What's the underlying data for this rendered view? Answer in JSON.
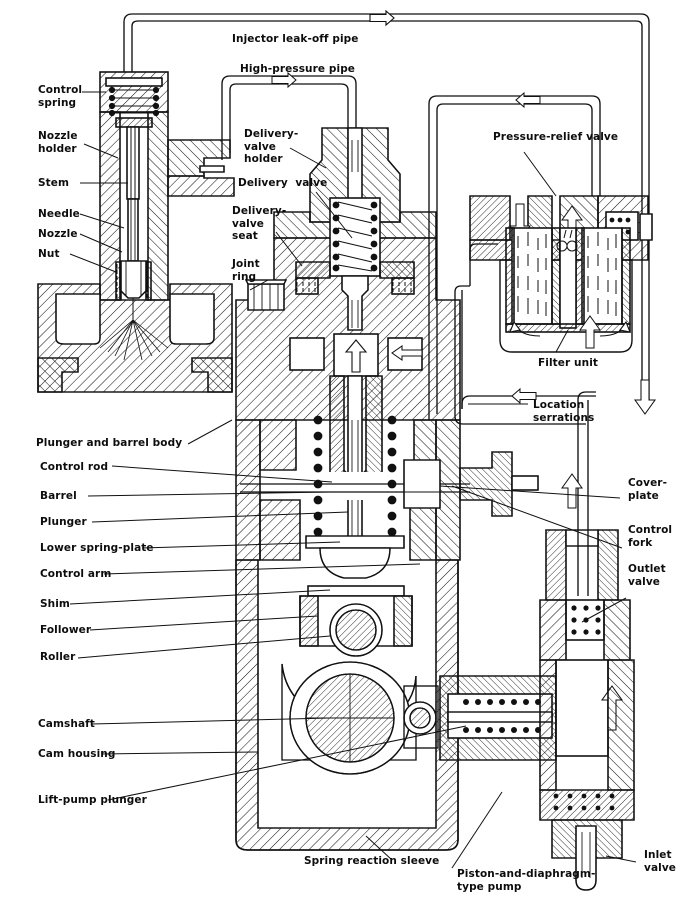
{
  "figure": {
    "title": "Diesel fuel-injection pump and injector cross-section",
    "style": "monochrome engineering line drawing with section hatching",
    "ink_color": "#111111",
    "paper_color": "#ffffff"
  },
  "labels": {
    "injector_leak_off_pipe": "Injector leak-off pipe",
    "high_pressure_pipe": "High-pressure pipe",
    "control_spring": "Control\nspring",
    "nozzle_holder": "Nozzle\nholder",
    "stem": "Stem",
    "needle": "Needle",
    "nozzle": "Nozzle",
    "nut": "Nut",
    "delivery_valve_holder": "Delivery-\nvalve\nholder",
    "delivery_valve": "Delivery  valve",
    "delivery_valve_seat": "Delivery-\nvalve\nseat",
    "joint_ring": "Joint\nring",
    "pressure_relief_valve": "Pressure-relief valve",
    "filter_unit": "Filter unit",
    "location_serrations": "Location\nserrations",
    "plunger_and_barrel_body": "Plunger and barrel body",
    "control_rod": "Control rod",
    "barrel": "Barrel",
    "plunger": "Plunger",
    "lower_spring_plate": "Lower spring-plate",
    "control_arm": "Control arm",
    "shim": "Shim",
    "follower": "Follower",
    "roller": "Roller",
    "camshaft": "Camshaft",
    "cam_housing": "Cam housing",
    "lift_pump_plunger": "Lift-pump plunger",
    "cover_plate": "Cover-\nplate",
    "control_fork": "Control\nfork",
    "outlet_valve": "Outlet\nvalve",
    "inlet_valve": "Inlet\nvalve",
    "spring_reaction_sleeve": "Spring reaction sleeve",
    "piston_and_diaphragm_type_pump": "Piston-and-diaphragm-\ntype pump"
  },
  "flow_arrows": [
    {
      "name": "leak-off-flow-right",
      "direction": "right"
    },
    {
      "name": "high-pressure-flow-right",
      "direction": "right"
    },
    {
      "name": "relief-return-flow-left",
      "direction": "left"
    },
    {
      "name": "gallery-flow-down",
      "direction": "down"
    },
    {
      "name": "gallery-flow-up",
      "direction": "up"
    },
    {
      "name": "filter-inlet-flow-up",
      "direction": "up"
    },
    {
      "name": "filter-outlet-flow-down",
      "direction": "down"
    },
    {
      "name": "barrel-feed-flow-up",
      "direction": "up"
    },
    {
      "name": "barrel-feed-flow-left",
      "direction": "left"
    },
    {
      "name": "lift-pump-flow-up",
      "direction": "up"
    },
    {
      "name": "supply-flow-down",
      "direction": "down"
    },
    {
      "name": "return-flow-left",
      "direction": "left"
    }
  ]
}
